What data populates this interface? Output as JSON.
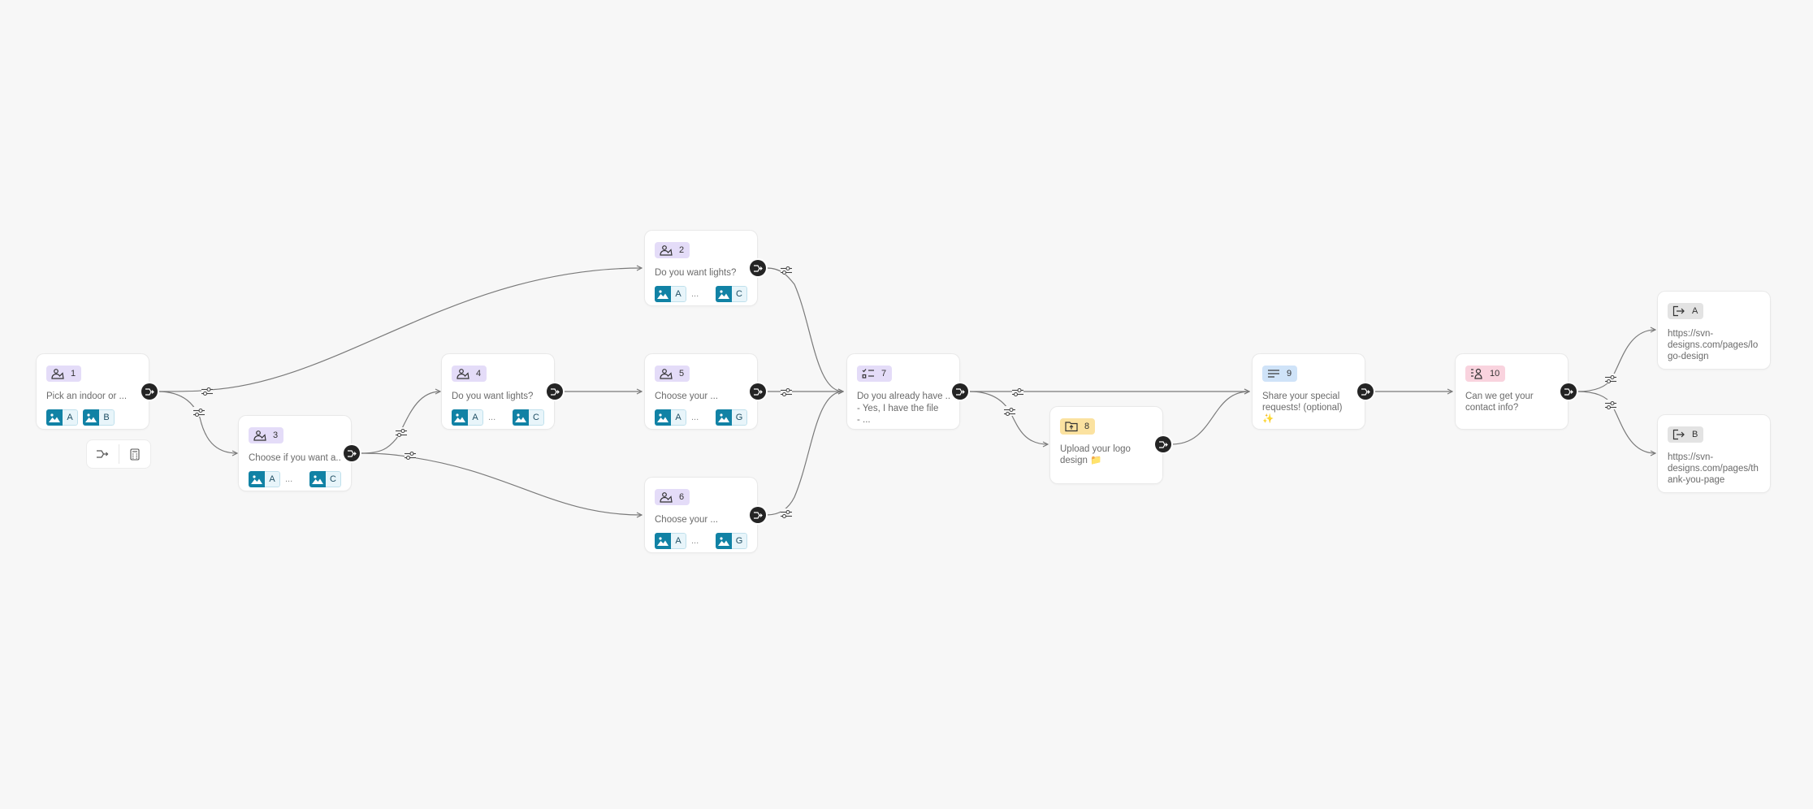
{
  "nodes": [
    {
      "id": "n1",
      "badge": "1",
      "text": "Pick an indoor or ...",
      "choices": [
        {
          "letter": "A"
        },
        {
          "letter": "B"
        }
      ],
      "ellipsis": ""
    },
    {
      "id": "n2",
      "badge": "2",
      "text": "Do you want lights?",
      "choices": [
        {
          "letter": "A"
        },
        {
          "letter": "C"
        }
      ],
      "ellipsis": "..."
    },
    {
      "id": "n3",
      "badge": "3",
      "text": "Choose if you want a...",
      "choices": [
        {
          "letter": "A"
        },
        {
          "letter": "C"
        }
      ],
      "ellipsis": "..."
    },
    {
      "id": "n4",
      "badge": "4",
      "text": "Do you want lights?",
      "choices": [
        {
          "letter": "A"
        },
        {
          "letter": "C"
        }
      ],
      "ellipsis": "..."
    },
    {
      "id": "n5",
      "badge": "5",
      "text": "Choose your ...",
      "choices": [
        {
          "letter": "A"
        },
        {
          "letter": "G"
        }
      ],
      "ellipsis": "..."
    },
    {
      "id": "n6",
      "badge": "6",
      "text": "Choose your ...",
      "choices": [
        {
          "letter": "A"
        },
        {
          "letter": "G"
        }
      ],
      "ellipsis": "..."
    },
    {
      "id": "n7",
      "badge": "7",
      "text": "Do you already have ...",
      "sub": "- Yes, I have the file\n- ..."
    },
    {
      "id": "n8",
      "badge": "8",
      "text": "Upload your logo design 📁"
    },
    {
      "id": "n9",
      "badge": "9",
      "text": "Share your special requests! (optional) ✨"
    },
    {
      "id": "n10",
      "badge": "10",
      "text": "Can we get your contact info?"
    },
    {
      "id": "exitA",
      "badge": "A",
      "text": "https://svn-designs.com/pages/logo-design"
    },
    {
      "id": "exitB",
      "badge": "B",
      "text": "https://svn-designs.com/pages/thank-you-page"
    }
  ],
  "icons": {
    "question": "image-choice-icon",
    "multi": "checklist-icon",
    "upload": "upload-folder-icon",
    "text": "long-text-icon",
    "contact": "contact-icon",
    "exit": "exit-redirect-icon",
    "branch": "branch-icon",
    "filter": "filter-icon",
    "toolbar_branch": "branch-toolbar-icon",
    "toolbar_calc": "calculator-icon"
  },
  "colors": {
    "question_badge": "#e4dcf8",
    "upload_badge": "#fbe2a0",
    "text_badge": "#cfe3f8",
    "contact_badge": "#f9d3de",
    "exit_badge": "#e3e3e3",
    "image_chip": "#1182a5",
    "handle": "#242424",
    "edge": "#7a7a7a"
  }
}
